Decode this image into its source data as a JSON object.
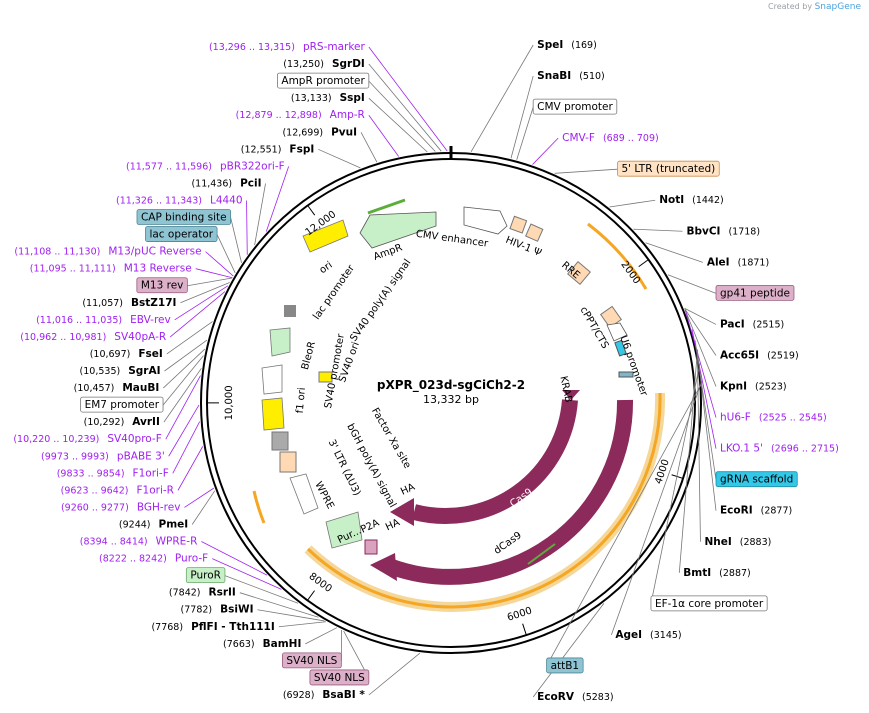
{
  "credit": {
    "prefix": "Created by",
    "brand": "SnapGene"
  },
  "plasmid": {
    "name": "pXPR_023d-sgCiCh2-2",
    "length": "13,332 bp",
    "total_bp": 13332
  },
  "colors": {
    "cas9": "#8c2a5b",
    "feature_orange": "#f5a623",
    "enzyme_purple": "#a020f0",
    "tag_blue": "#7fb5c6",
    "tag_green": "#c8f0c8",
    "tag_pink": "#d9a3c0",
    "tag_cyan": "#33c8e8"
  },
  "ticks": [
    {
      "bp": 2000,
      "label": "2000"
    },
    {
      "bp": 4000,
      "label": "4000"
    },
    {
      "bp": 6000,
      "label": "6000"
    },
    {
      "bp": 8000,
      "label": "8000"
    },
    {
      "bp": 10000,
      "label": "10,000"
    },
    {
      "bp": 12000,
      "label": "12,000"
    }
  ],
  "labels": [
    {
      "name": "SgrDI",
      "pos": "(13,250)",
      "bp": 13250,
      "kind": "enzyme"
    },
    {
      "name": "pRS-marker",
      "pos": "(13,296 .. 13,315)",
      "bp": 13300,
      "kind": "primer"
    },
    {
      "name": "SpeI",
      "pos": "(169)",
      "bp": 169,
      "kind": "enzyme"
    },
    {
      "name": "AmpR promoter",
      "pos": "",
      "bp": 13200,
      "kind": "box"
    },
    {
      "name": "SnaBI",
      "pos": "(510)",
      "bp": 510,
      "kind": "enzyme"
    },
    {
      "name": "SspI",
      "pos": "(13,133)",
      "bp": 13133,
      "kind": "enzyme"
    },
    {
      "name": "CMV promoter",
      "pos": "",
      "bp": 560,
      "kind": "box"
    },
    {
      "name": "Amp-R",
      "pos": "(12,879 .. 12,898)",
      "bp": 12888,
      "kind": "primer"
    },
    {
      "name": "CMV-F",
      "pos": "(689 .. 709)",
      "bp": 699,
      "kind": "primer"
    },
    {
      "name": "PvuI",
      "pos": "(12,699)",
      "bp": 12699,
      "kind": "enzyme"
    },
    {
      "name": "5' LTR (truncated)",
      "pos": "",
      "bp": 900,
      "kind": "box-orange"
    },
    {
      "name": "FspI",
      "pos": "(12,551)",
      "bp": 12551,
      "kind": "enzyme"
    },
    {
      "name": "NotI",
      "pos": "(1442)",
      "bp": 1442,
      "kind": "enzyme"
    },
    {
      "name": "pBR322ori-F",
      "pos": "(11,577 .. 11,596)",
      "bp": 11586,
      "kind": "primer"
    },
    {
      "name": "PciI",
      "pos": "(11,436)",
      "bp": 11436,
      "kind": "enzyme"
    },
    {
      "name": "BbvCI",
      "pos": "(1718)",
      "bp": 1718,
      "kind": "enzyme"
    },
    {
      "name": "L4440",
      "pos": "(11,326 .. 11,343)",
      "bp": 11334,
      "kind": "primer"
    },
    {
      "name": "AleI",
      "pos": "(1871)",
      "bp": 1871,
      "kind": "enzyme"
    },
    {
      "name": "CAP binding site",
      "pos": "",
      "bp": 11250,
      "kind": "box-blue"
    },
    {
      "name": "gp41 peptide",
      "pos": "",
      "bp": 2200,
      "kind": "box-pink"
    },
    {
      "name": "M13/pUC Reverse",
      "pos": "(11,108 .. 11,130)",
      "bp": 11119,
      "kind": "primer"
    },
    {
      "name": "PacI",
      "pos": "(2515)",
      "bp": 2515,
      "kind": "enzyme"
    },
    {
      "name": "lac operator",
      "pos": "",
      "bp": 11150,
      "kind": "box-blue"
    },
    {
      "name": "Acc65I",
      "pos": "(2519)",
      "bp": 2519,
      "kind": "enzyme"
    },
    {
      "name": "KpnI",
      "pos": "(2523)",
      "bp": 2523,
      "kind": "enzyme"
    },
    {
      "name": "M13 Reverse",
      "pos": "(11,095 .. 11,111)",
      "bp": 11103,
      "kind": "primer"
    },
    {
      "name": "hU6-F",
      "pos": "(2525 .. 2545)",
      "bp": 2535,
      "kind": "primer"
    },
    {
      "name": "M13 rev",
      "pos": "",
      "bp": 11100,
      "kind": "box-pink"
    },
    {
      "name": "LKO.1 5'",
      "pos": "(2696 .. 2715)",
      "bp": 2705,
      "kind": "primer"
    },
    {
      "name": "BstZ17I",
      "pos": "(11,057)",
      "bp": 11057,
      "kind": "enzyme"
    },
    {
      "name": "gRNA scaffold",
      "pos": "",
      "bp": 2800,
      "kind": "box-cyan"
    },
    {
      "name": "EBV-rev",
      "pos": "(11,016 .. 11,035)",
      "bp": 11025,
      "kind": "primer"
    },
    {
      "name": "EcoRI",
      "pos": "(2877)",
      "bp": 2877,
      "kind": "enzyme"
    },
    {
      "name": "SV40pA-R",
      "pos": "(10,962 .. 10,981)",
      "bp": 10971,
      "kind": "primer"
    },
    {
      "name": "NheI",
      "pos": "(2883)",
      "bp": 2883,
      "kind": "enzyme"
    },
    {
      "name": "FseI",
      "pos": "(10,697)",
      "bp": 10697,
      "kind": "enzyme"
    },
    {
      "name": "BmtI",
      "pos": "(2887)",
      "bp": 2887,
      "kind": "enzyme"
    },
    {
      "name": "SgrAI",
      "pos": "(10,535)",
      "bp": 10535,
      "kind": "enzyme"
    },
    {
      "name": "EF-1α core promoter",
      "pos": "",
      "bp": 3000,
      "kind": "box"
    },
    {
      "name": "MauBI",
      "pos": "(10,457)",
      "bp": 10457,
      "kind": "enzyme"
    },
    {
      "name": "EM7 promoter",
      "pos": "",
      "bp": 10400,
      "kind": "box"
    },
    {
      "name": "AgeI",
      "pos": "(3145)",
      "bp": 3145,
      "kind": "enzyme"
    },
    {
      "name": "AvrII",
      "pos": "(10,292)",
      "bp": 10292,
      "kind": "enzyme"
    },
    {
      "name": "attB1",
      "pos": "",
      "bp": 3160,
      "kind": "box-blue"
    },
    {
      "name": "SV40pro-F",
      "pos": "(10,220 .. 10,239)",
      "bp": 10230,
      "kind": "primer"
    },
    {
      "name": "pBABE 3'",
      "pos": "(9973 .. 9993)",
      "bp": 9983,
      "kind": "primer"
    },
    {
      "name": "F1ori-F",
      "pos": "(9833 .. 9854)",
      "bp": 9843,
      "kind": "primer"
    },
    {
      "name": "F1ori-R",
      "pos": "(9623 .. 9642)",
      "bp": 9632,
      "kind": "primer"
    },
    {
      "name": "BGH-rev",
      "pos": "(9260 .. 9277)",
      "bp": 9268,
      "kind": "primer"
    },
    {
      "name": "PmeI",
      "pos": "(9244)",
      "bp": 9244,
      "kind": "enzyme"
    },
    {
      "name": "WPRE-R",
      "pos": "(8394 .. 8414)",
      "bp": 8404,
      "kind": "primer"
    },
    {
      "name": "Puro-F",
      "pos": "(8222 .. 8242)",
      "bp": 8232,
      "kind": "primer"
    },
    {
      "name": "PuroR",
      "pos": "",
      "bp": 8050,
      "kind": "box-green"
    },
    {
      "name": "RsrII",
      "pos": "(7842)",
      "bp": 7842,
      "kind": "enzyme"
    },
    {
      "name": "BsiWI",
      "pos": "(7782)",
      "bp": 7782,
      "kind": "enzyme"
    },
    {
      "name": "PflFI - Tth111I",
      "pos": "(7768)",
      "bp": 7768,
      "kind": "enzyme"
    },
    {
      "name": "BamHI",
      "pos": "(7663)",
      "bp": 7663,
      "kind": "enzyme"
    },
    {
      "name": "SV40 NLS",
      "pos": "",
      "bp": 7620,
      "kind": "box-pink"
    },
    {
      "name": "SV40 NLS",
      "pos": "",
      "bp": 7600,
      "kind": "box-pink"
    },
    {
      "name": "EcoRV",
      "pos": "(5283)",
      "bp": 5283,
      "kind": "enzyme"
    },
    {
      "name": "BsaBI *",
      "pos": "(6928)",
      "bp": 6928,
      "kind": "enzyme"
    }
  ],
  "inner_labels": [
    "CMV enhancer",
    "HIV-1 Ψ",
    "RRE",
    "cPPT/CTS",
    "U6 promoter",
    "KRAB",
    "Cas9",
    "dCas9",
    "AmpR",
    "ori",
    "lac promoter",
    "SV40 poly(A) signal",
    "SV40 ori",
    "BleoR",
    "SV40 promoter",
    "f1 ori",
    "Factor Xa site",
    "bGH poly(A) signal",
    "3' LTR (ΔU3)",
    "WPRE",
    "HA",
    "HA",
    "P2A",
    "Pur..."
  ]
}
